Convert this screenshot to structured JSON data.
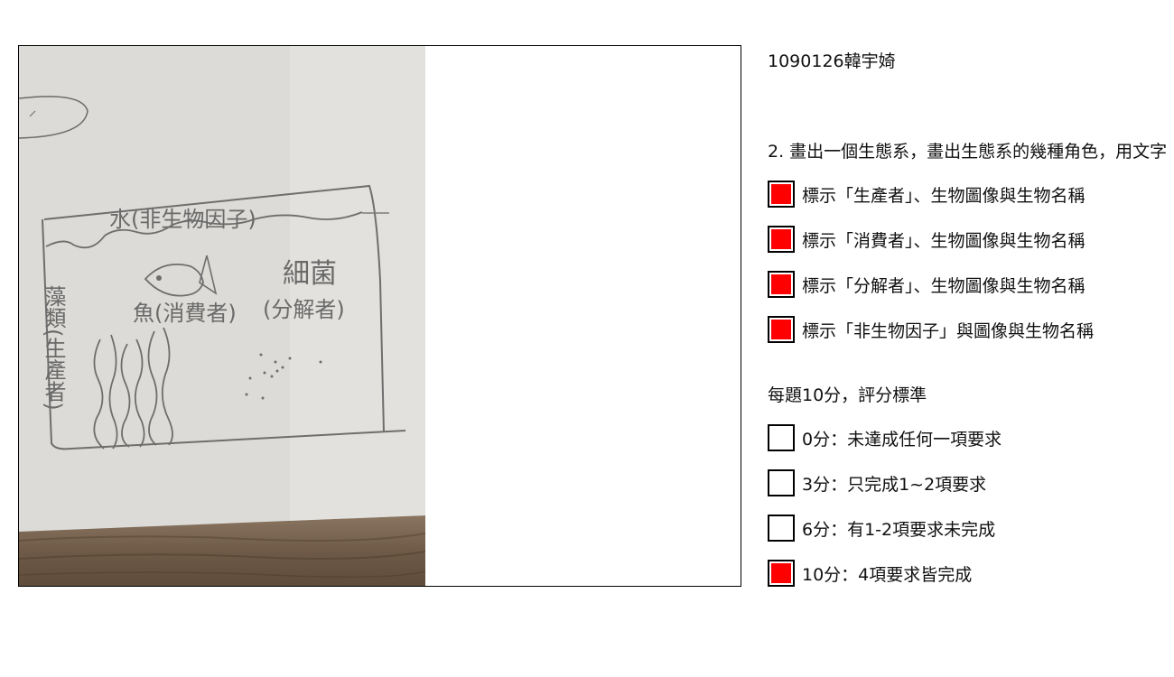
{
  "student": {
    "label": "1090126韓宇婍"
  },
  "question": {
    "text": "2. 畫出一個生態系，畫出生態系的幾種角色，用文字"
  },
  "criteria": [
    {
      "label": "標示「生產者」、生物圖像與生物名稱",
      "checked": true
    },
    {
      "label": "標示「消費者」、生物圖像與生物名稱",
      "checked": true
    },
    {
      "label": "標示「分解者」、生物圖像與生物名稱",
      "checked": true
    },
    {
      "label": "標示「非生物因子」與圖像與生物名稱",
      "checked": true
    }
  ],
  "rubric": {
    "title": "每題10分，評分標準",
    "options": [
      {
        "label": "0分：未達成任何一項要求",
        "checked": false
      },
      {
        "label": "3分：只完成1~2項要求",
        "checked": false
      },
      {
        "label": "6分：有1-2項要求未完成",
        "checked": false
      },
      {
        "label": "10分：4項要求皆完成",
        "checked": true
      }
    ]
  },
  "drawing": {
    "labels": {
      "water": "水(非生物因子)",
      "algae": "藻類(生產者)",
      "fish": "魚(消費者)",
      "bacteria_1": "細菌",
      "bacteria_2": "(分解者)"
    }
  },
  "colors": {
    "check_fill": "#ff0000",
    "border": "#000000",
    "paper": "#dedddb",
    "table": "#7a6550"
  }
}
